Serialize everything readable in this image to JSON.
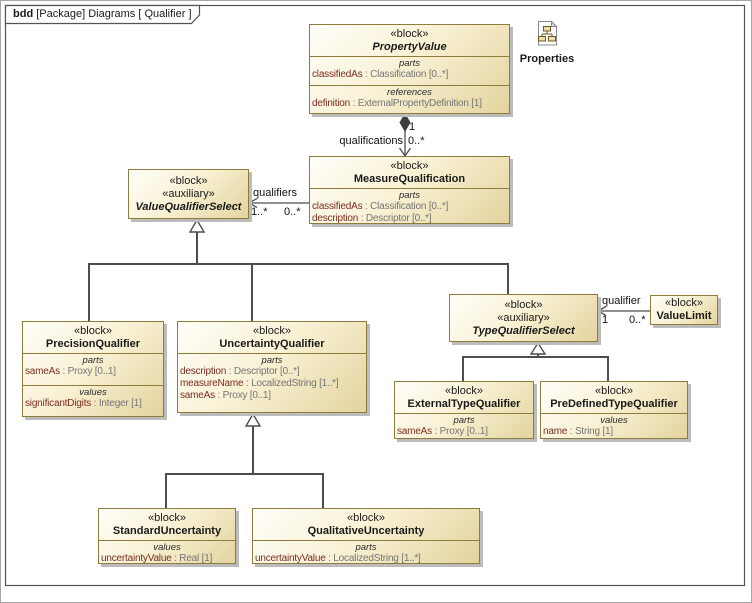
{
  "frame": {
    "tab_bold": "bdd",
    "tab_rest": " [Package] Diagrams [ Qualifier ]"
  },
  "palette": {
    "label": "Properties"
  },
  "colors": {
    "block_border": "#8e7c3c",
    "block_fill_light": "#fffef9",
    "block_fill_dark": "#e3d49e",
    "property_name": "#7b2c20",
    "property_type": "#757575",
    "connector": "#4d4d4d"
  },
  "blocks": {
    "propertyValue": {
      "stereotypes": [
        "«block»"
      ],
      "name": "PropertyValue",
      "compartments": [
        {
          "label": "parts",
          "lines": [
            {
              "n": "classifiedAs",
              "t": " : Classification [0..*]"
            }
          ]
        },
        {
          "label": "references",
          "lines": [
            {
              "n": "definition",
              "t": " : ExternalPropertyDefinition [1]"
            }
          ]
        }
      ]
    },
    "measureQualification": {
      "stereotypes": [
        "«block»"
      ],
      "name": "MeasureQualification",
      "compartments": [
        {
          "label": "parts",
          "lines": [
            {
              "n": "classifiedAs",
              "t": " : Classification [0..*]"
            },
            {
              "n": "description",
              "t": " : Descriptor [0..*]"
            }
          ]
        }
      ]
    },
    "valueQualifierSelect": {
      "stereotypes": [
        "«block»",
        "«auxiliary»"
      ],
      "name": "ValueQualifierSelect"
    },
    "precisionQualifier": {
      "stereotypes": [
        "«block»"
      ],
      "name": "PrecisionQualifier",
      "compartments": [
        {
          "label": "parts",
          "lines": [
            {
              "n": "sameAs",
              "t": " : Proxy [0..1]"
            }
          ]
        },
        {
          "label": "values",
          "lines": [
            {
              "n": "significantDigits",
              "t": " : Integer [1]"
            }
          ]
        }
      ]
    },
    "uncertaintyQualifier": {
      "stereotypes": [
        "«block»"
      ],
      "name": "UncertaintyQualifier",
      "compartments": [
        {
          "label": "parts",
          "lines": [
            {
              "n": "description",
              "t": " : Descriptor [0..*]"
            },
            {
              "n": "measureName",
              "t": " : LocalizedString [1..*]"
            },
            {
              "n": "sameAs",
              "t": " : Proxy [0..1]"
            }
          ]
        }
      ]
    },
    "typeQualifierSelect": {
      "stereotypes": [
        "«block»",
        "«auxiliary»"
      ],
      "name": "TypeQualifierSelect"
    },
    "valueLimit": {
      "stereotypes": [
        "«block»"
      ],
      "name": "ValueLimit"
    },
    "externalTypeQualifier": {
      "stereotypes": [
        "«block»"
      ],
      "name": "ExternalTypeQualifier",
      "compartments": [
        {
          "label": "parts",
          "lines": [
            {
              "n": "sameAs",
              "t": " : Proxy [0..1]"
            }
          ]
        }
      ]
    },
    "preDefinedTypeQualifier": {
      "stereotypes": [
        "«block»"
      ],
      "name": "PreDefinedTypeQualifier",
      "compartments": [
        {
          "label": "values",
          "lines": [
            {
              "n": "name",
              "t": " : String [1]"
            }
          ]
        }
      ]
    },
    "standardUncertainty": {
      "stereotypes": [
        "«block»"
      ],
      "name": "StandardUncertainty",
      "compartments": [
        {
          "label": "values",
          "lines": [
            {
              "n": "uncertaintyValue",
              "t": " : Real [1]"
            }
          ]
        }
      ]
    },
    "qualitativeUncertainty": {
      "stereotypes": [
        "«block»"
      ],
      "name": "QualitativeUncertainty",
      "compartments": [
        {
          "label": "parts",
          "lines": [
            {
              "n": "uncertaintyValue",
              "t": " : LocalizedString [1..*]"
            }
          ]
        }
      ]
    }
  },
  "connectors": {
    "qualifications": {
      "label": "qualifications",
      "mult_source": "1",
      "mult_target": "0..*"
    },
    "qualifiers": {
      "label": "qualifiers",
      "mult_left": "1..*",
      "mult_right": "0..*"
    },
    "qualifier": {
      "label": "qualifier",
      "mult_left": "1",
      "mult_right": "0..*"
    }
  }
}
